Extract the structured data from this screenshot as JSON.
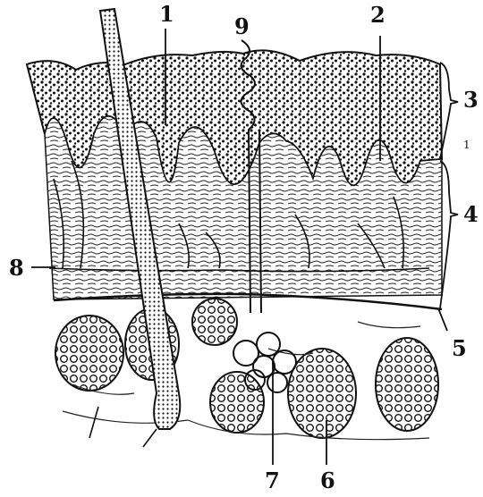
{
  "diagram": {
    "labels": {
      "l1": "1",
      "l2": "2",
      "l3": "3",
      "l4": "4",
      "l5": "5",
      "l6": "6",
      "l7": "7",
      "l8": "8",
      "l9": "9"
    },
    "ink_color": "#111111",
    "paper_color": "#ffffff"
  }
}
